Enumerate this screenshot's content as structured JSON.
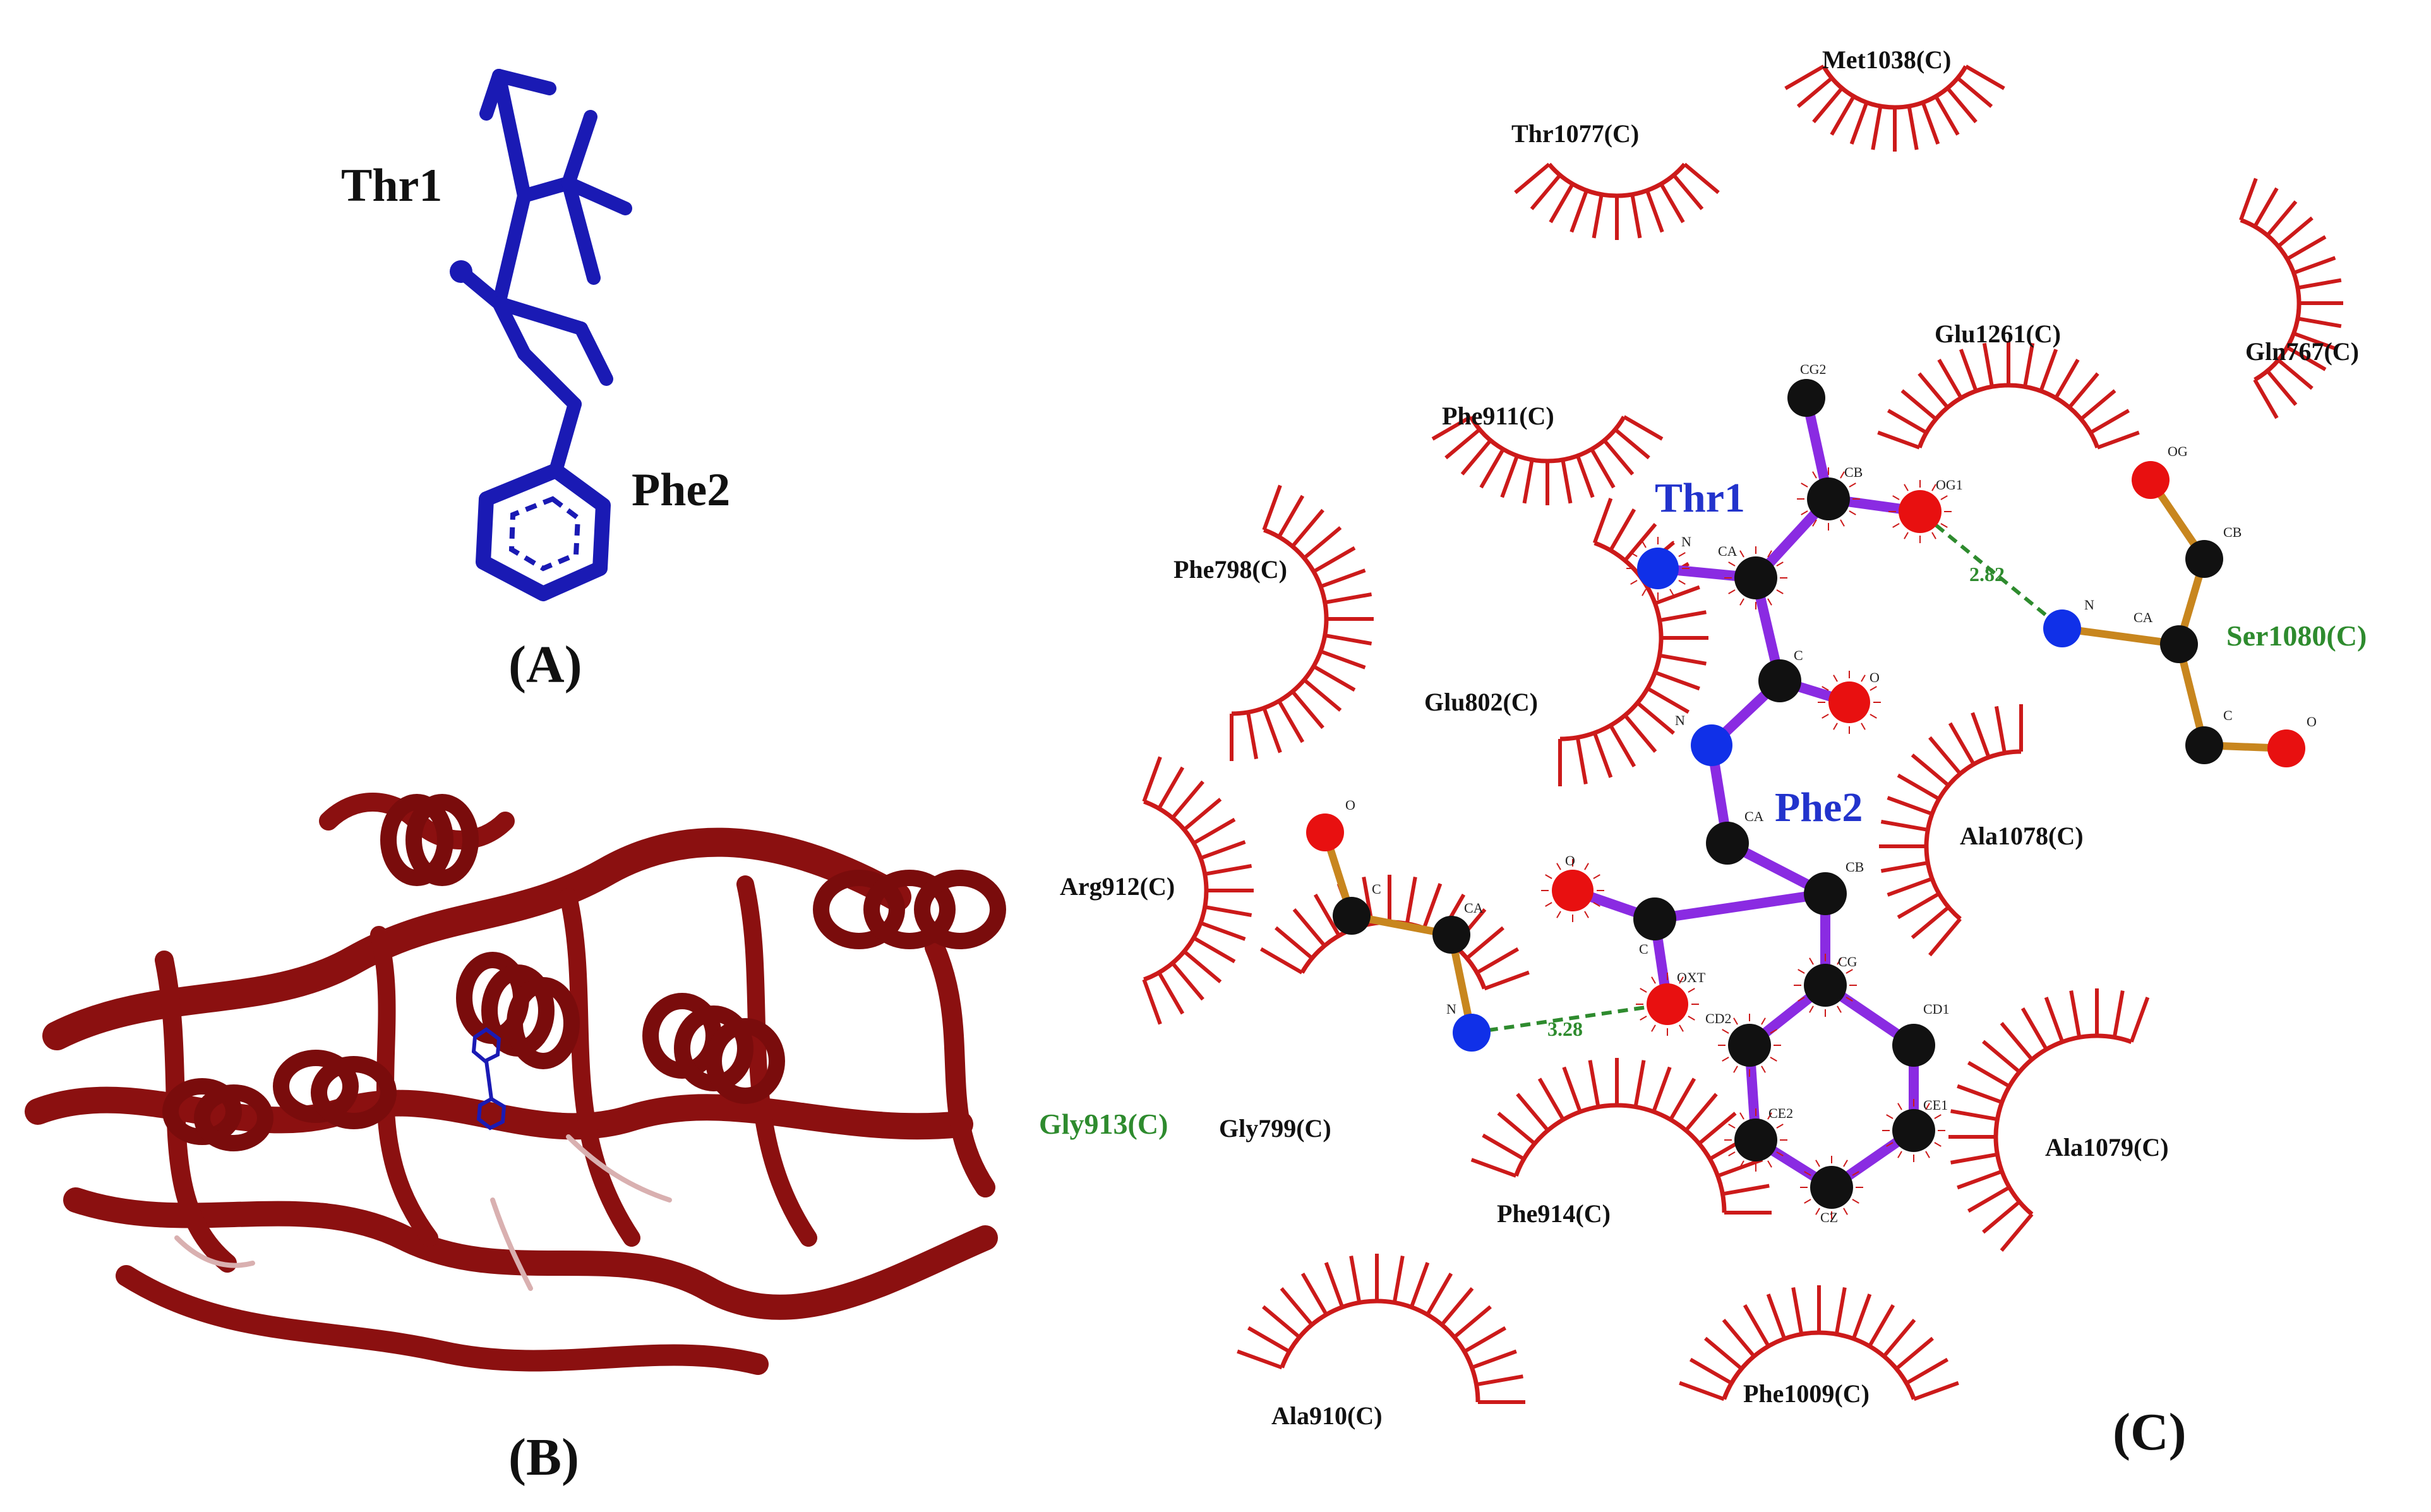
{
  "panels": {
    "a": {
      "label": "(A)",
      "residues": [
        "Thr1",
        "Phe2"
      ]
    },
    "b": {
      "label": "(B)"
    },
    "c": {
      "label": "(C)"
    }
  },
  "ligand_residues": [
    "Thr1",
    "Phe2"
  ],
  "hbond_partners": [
    {
      "residue": "Ser1080(C)",
      "distance": "2.82"
    },
    {
      "residue": "Gly913(C)",
      "distance": "3.28"
    }
  ],
  "hydrophobic_contacts": [
    "Met1038(C)",
    "Thr1077(C)",
    "Glu1261(C)",
    "Gln767(C)",
    "Phe911(C)",
    "Phe798(C)",
    "Glu802(C)",
    "Arg912(C)",
    "Ala1078(C)",
    "Gly799(C)",
    "Ala1079(C)",
    "Phe914(C)",
    "Ala910(C)",
    "Phe1009(C)"
  ],
  "atom_labels": {
    "thr1": [
      "CG2",
      "CB",
      "OG1",
      "N",
      "CA",
      "C",
      "O"
    ],
    "phe2": [
      "N",
      "CA",
      "CB",
      "O",
      "C",
      "OXT",
      "CG",
      "CD1",
      "CD2",
      "CE2",
      "CE1",
      "CZ"
    ],
    "ser1080": [
      "OG",
      "CB",
      "N",
      "CA",
      "C",
      "O"
    ],
    "gly913": [
      "O",
      "C",
      "CA",
      "N"
    ]
  },
  "colors": {
    "ligand_bond": "#8a2be2",
    "partner_bond": "#c8861e",
    "carbon": "#111111",
    "nitrogen": "#1030e8",
    "oxygen": "#e81010",
    "hbond": "#2e8b2e",
    "hydrophobic_arc": "#cc1a1a",
    "stick_model": "#1a1ab4",
    "protein_ribbon": "#8b1010"
  }
}
